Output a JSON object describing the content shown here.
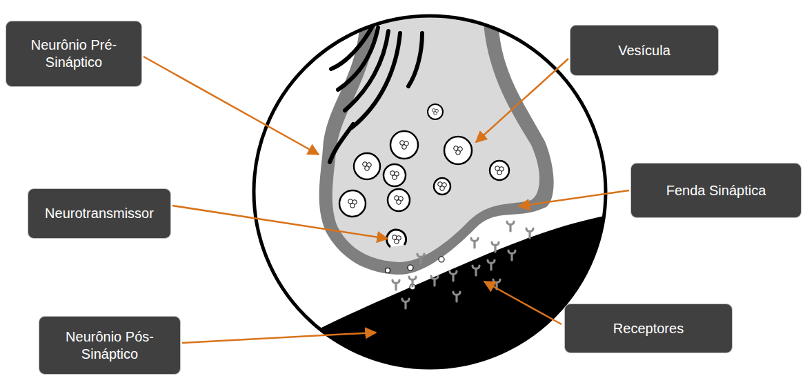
{
  "diagram": {
    "nodes": [
      {
        "text": [
          "Neurônio Pré- Sináptico"
        ]
      },
      {
        "text": [
          "Vesícula"
        ]
      },
      {
        "text": [
          "Neurotransmissor"
        ]
      },
      {
        "text": [
          "Fenda Sináptica"
        ]
      },
      {
        "text": [
          "Receptores"
        ]
      },
      {
        "text": [
          "Neurônio Pós- Sináptico"
        ]
      }
    ]
  }
}
